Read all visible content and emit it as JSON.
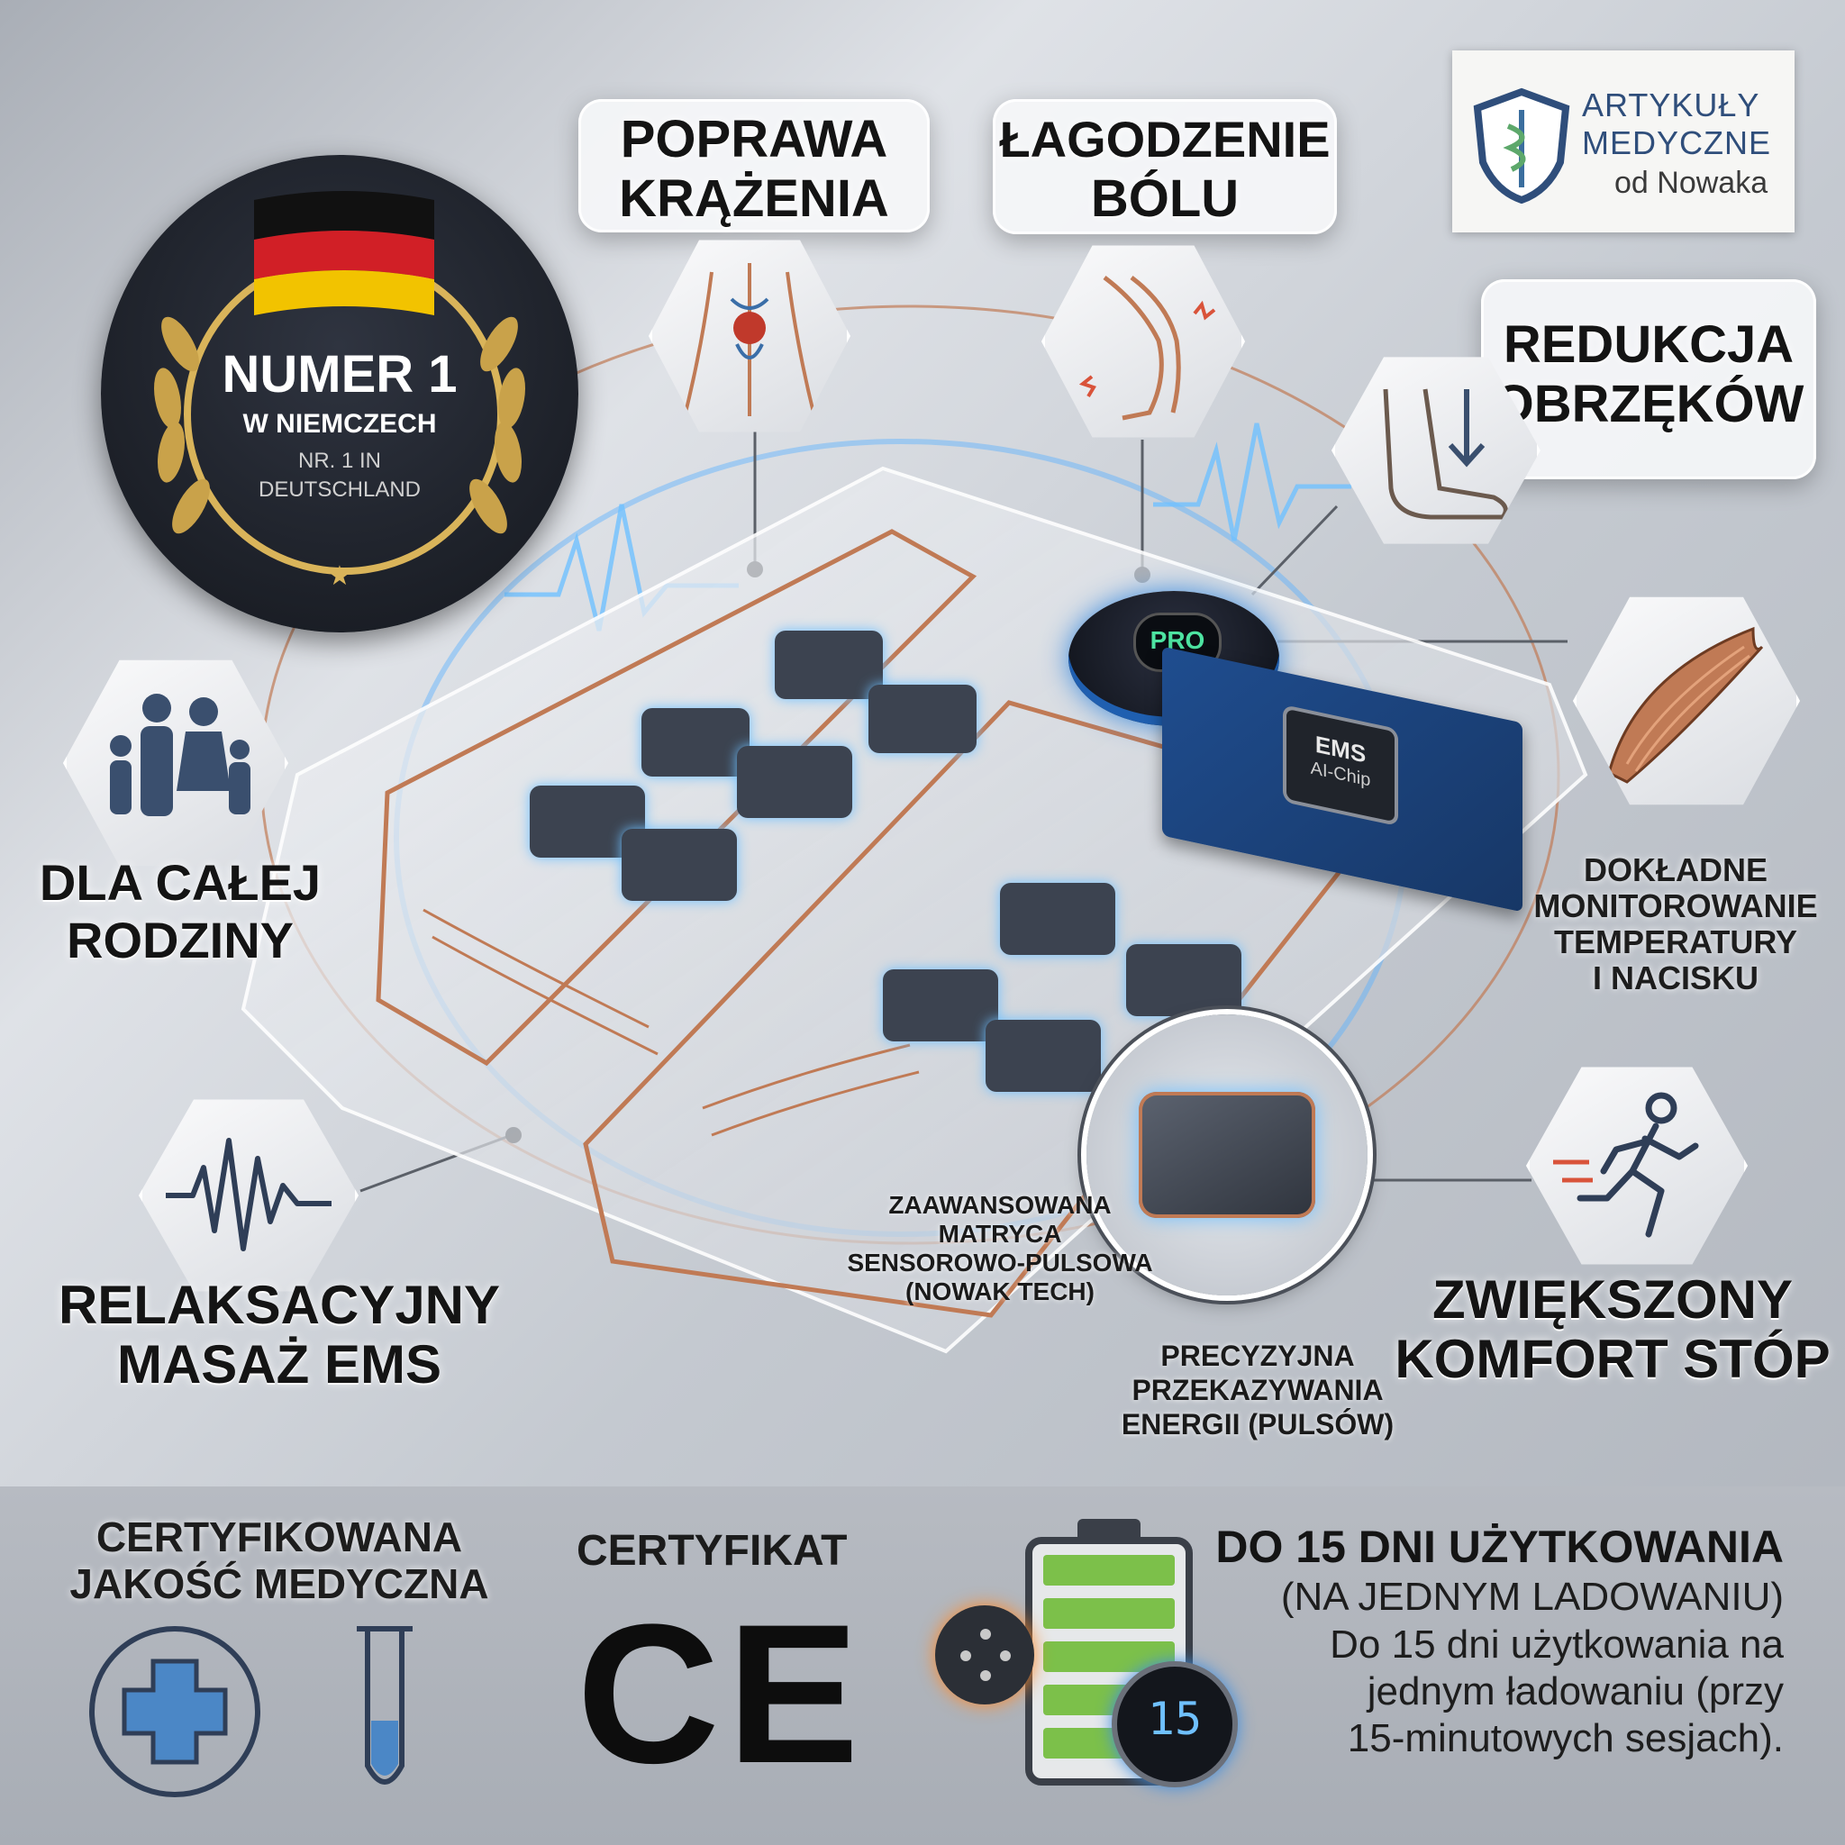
{
  "logo": {
    "line1": "ARTYKUŁY",
    "line2": "MEDYCZNE",
    "line3": "od Nowaka"
  },
  "badge": {
    "title": "NUMER 1",
    "subtitle": "W NIEMCZECH",
    "note_line1": "NR. 1 IN",
    "note_line2": "DEUTSCHLAND"
  },
  "benefits": {
    "circulation": {
      "line1": "POPRAWA",
      "line2": "KRĄŻENIA",
      "icon": "circulation-icon"
    },
    "pain": {
      "line1": "ŁAGODZENIE",
      "line2": "BÓLU",
      "icon": "knee-pain-icon"
    },
    "swelling": {
      "line1": "REDUKCJA",
      "line2": "OBRZĘKÓW",
      "icon": "foot-swelling-icon"
    },
    "family": {
      "line1": "DLA CAŁEJ",
      "line2": "RODZINY",
      "icon": "family-icon"
    },
    "monitoring": {
      "line1": "DOKŁADNE",
      "line2": "MONITOROWANIE",
      "line3": "TEMPERATURY",
      "line4": "I NACISKU",
      "icon": "muscle-icon"
    },
    "massage": {
      "line1": "RELAKSACYJNY",
      "line2": "MASAŻ EMS",
      "icon": "wave-icon"
    },
    "comfort": {
      "line1": "ZWIĘKSZONY",
      "line2": "KOMFORT STÓP",
      "icon": "runner-icon"
    }
  },
  "device": {
    "controller_label": "PRO",
    "chip_line1": "EMS",
    "chip_line2": "AI-Chip",
    "matrix_line1": "ZAAWANSOWANA",
    "matrix_line2": "MATRYCA",
    "matrix_line3": "SENSOROWO-PULSOWA",
    "matrix_line4": "(NOWAK TECH)",
    "energy_line1": "PRECYZYJNA",
    "energy_line2": "PRZEKAZYWANIA",
    "energy_line3": "ENERGII (PULSÓW)"
  },
  "footer": {
    "quality_line1": "CERTYFIKOWANA",
    "quality_line2": "JAKOŚĆ MEDYCZNA",
    "cert_label": "CERTYFIKAT",
    "ce_mark": "CE",
    "battery_title": "DO 15 DNI UŻYTKOWANIA",
    "battery_subtitle": "(NA JEDNYM LADOWANIU)",
    "battery_desc_line1": "Do 15 dni użytkowania na",
    "battery_desc_line2": "jednym ładowaniu (przy",
    "battery_desc_line3": "15-minutowych sesjach).",
    "timer_value": "15"
  },
  "colors": {
    "accent_blue": "#3f8ee0",
    "copper": "#c07a55",
    "dark_badge": "#1e222b",
    "gold": "#d9b45a",
    "icon_navy": "#3a4f6e",
    "battery_green": "#7cc04a"
  }
}
